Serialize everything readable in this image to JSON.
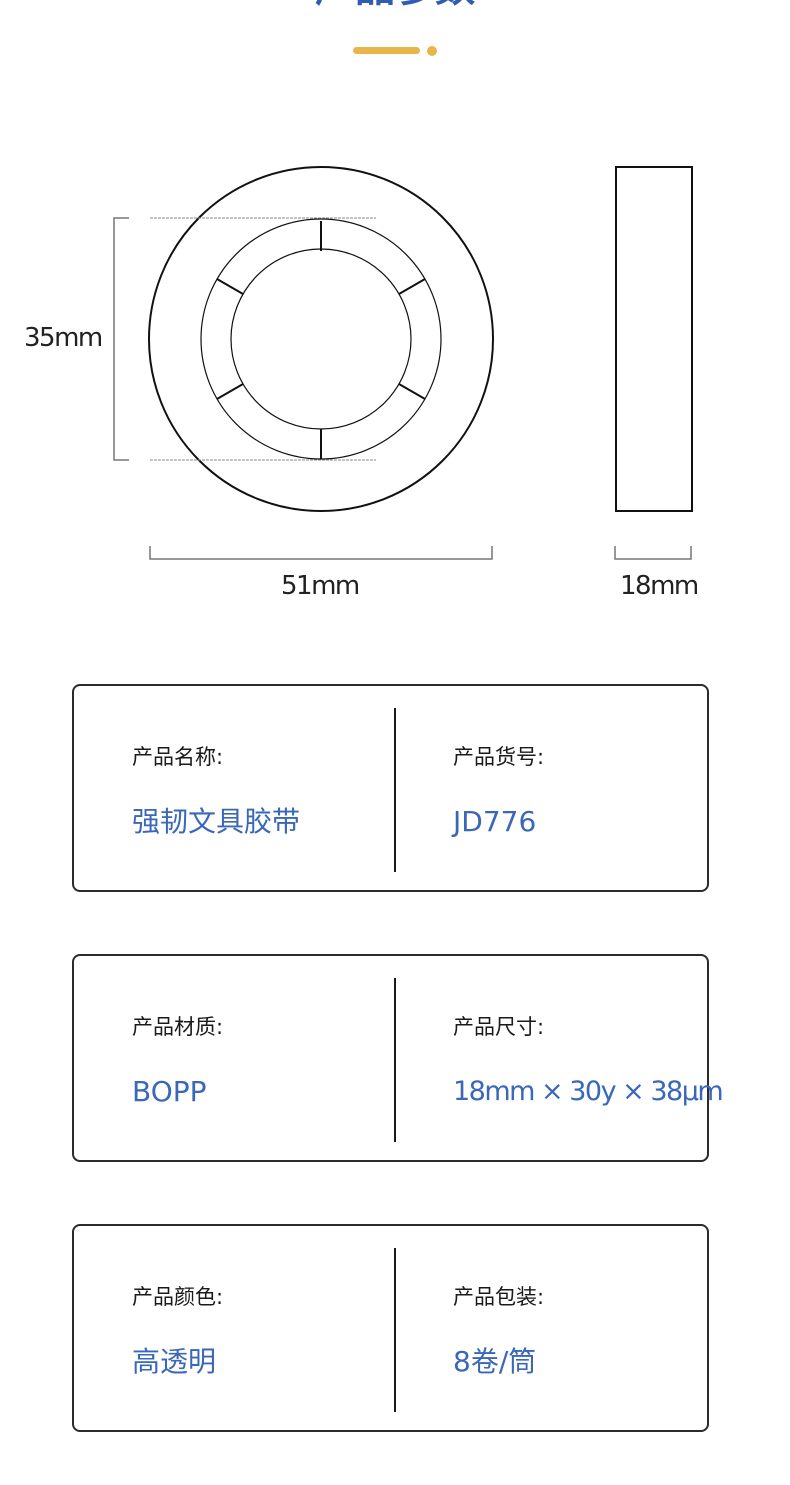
{
  "header": {
    "title": "产品参数"
  },
  "diagram": {
    "diameter_label": "51mm",
    "height_label": "35mm",
    "width_label": "18mm"
  },
  "specs": [
    {
      "left": {
        "label": "产品名称:",
        "value": "强韧文具胶带"
      },
      "right": {
        "label": "产品货号:",
        "value": "JD776"
      }
    },
    {
      "left": {
        "label": "产品材质:",
        "value": "BOPP"
      },
      "right": {
        "label": "产品尺寸:",
        "value": "18mm × 30y × 38μm"
      }
    },
    {
      "left": {
        "label": "产品颜色:",
        "value": "高透明"
      },
      "right": {
        "label": "产品包装:",
        "value": "8卷/筒"
      }
    }
  ],
  "colors": {
    "accent": "#e8b54b",
    "value_text": "#3a67b8",
    "title_text": "#2f5db3"
  }
}
